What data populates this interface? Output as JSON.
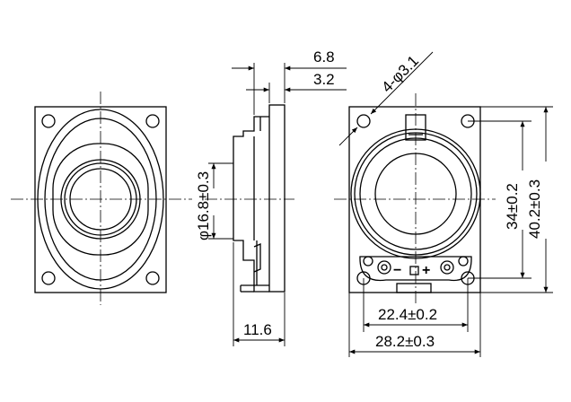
{
  "dimensions": {
    "depth_6_8": "6.8",
    "depth_3_2": "3.2",
    "hole_diameter": "4-φ3.1",
    "cone_diameter": "φ16.8±0.3",
    "total_depth": "11.6",
    "hole_spacing_vertical": "34±0.2",
    "height_overall": "40.2±0.3",
    "hole_spacing_horizontal": "22.4±0.2",
    "width_overall": "28.2±0.3"
  },
  "terminals": {
    "minus_label": "−",
    "plus_label": "+"
  }
}
